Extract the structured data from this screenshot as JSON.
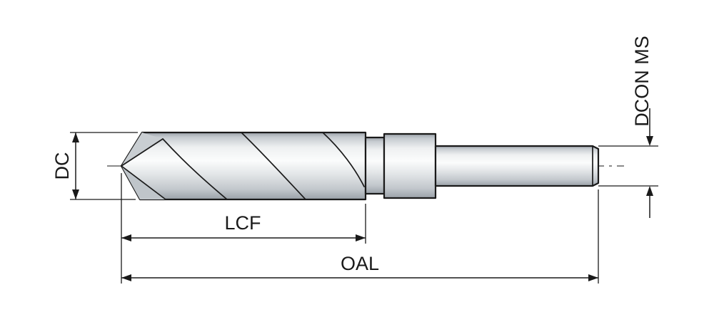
{
  "diagram": {
    "name": "drill-bit-dimension-diagram",
    "labels": {
      "dc": "DC",
      "lcf": "LCF",
      "oal": "OAL",
      "dcon_ms": "DCON MS"
    },
    "colors": {
      "background": "#ffffff",
      "line": "#1a1a1a",
      "metal_light": "#fbfcfc",
      "metal_mid": "#d9dcdf",
      "metal_dark": "#9aa1a8"
    }
  }
}
